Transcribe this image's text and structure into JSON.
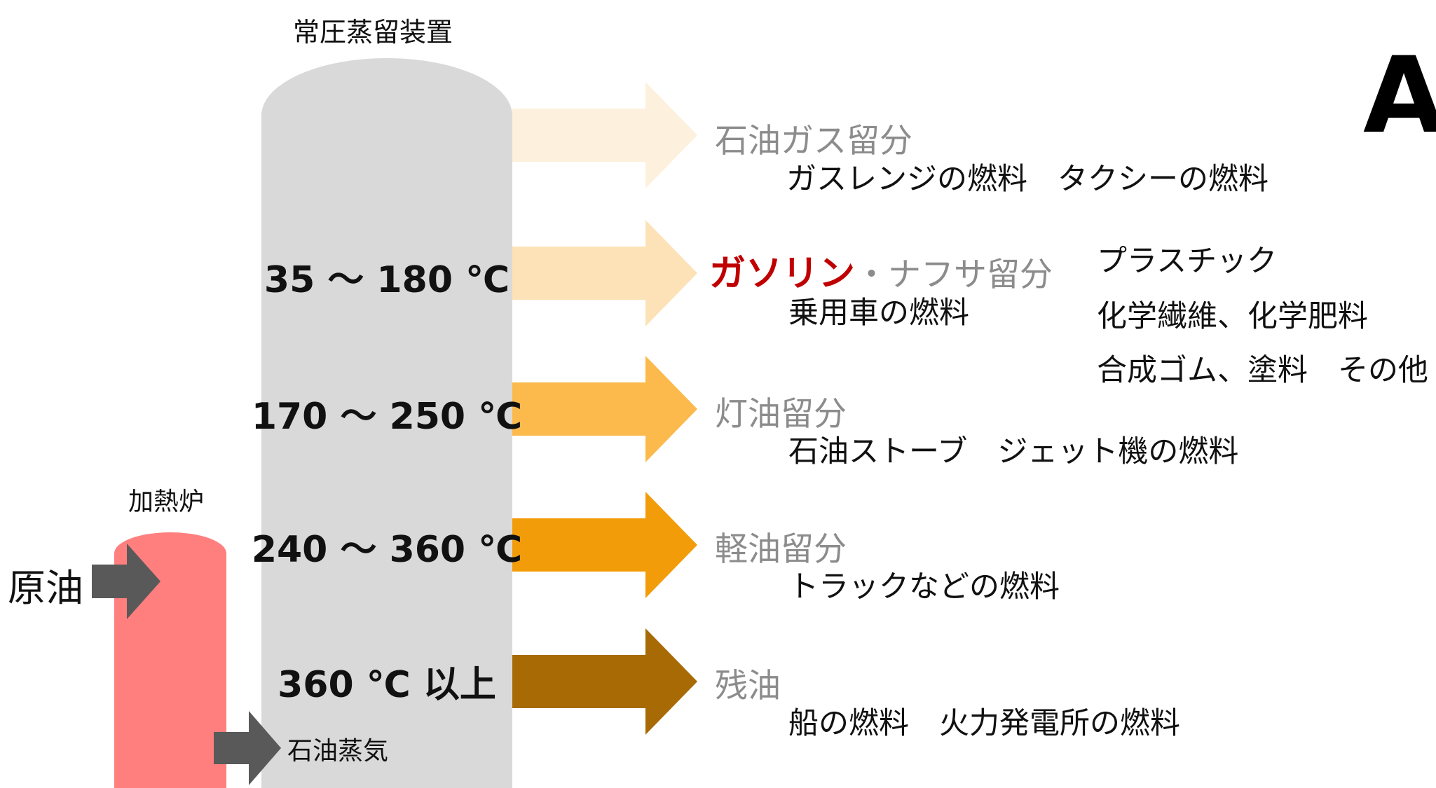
{
  "unit_title": "常圧蒸留装置",
  "furnace_label": "加熱炉",
  "crude_label": "原油",
  "vapor_label": "石油蒸気",
  "corner_letter": "A",
  "temps": {
    "t1": "35 ～ 180 ℃",
    "t2": "170 ～ 250 ℃",
    "t3": "240 ～ 360 ℃",
    "t4": "360 ℃ 以上"
  },
  "fractions": {
    "lpg": {
      "name": "石油ガス留分",
      "uses": "ガスレンジの燃料　タクシーの燃料",
      "color": "#fdf0dc"
    },
    "naphtha": {
      "name_highlight": "ガソリン",
      "name_rest": "・ナフサ留分",
      "uses": "乗用車の燃料",
      "color": "#fde2b8"
    },
    "kerosene": {
      "name": "灯油留分",
      "uses": "石油ストーブ　ジェット機の燃料",
      "color": "#fcb94c"
    },
    "gasoil": {
      "name": "軽油留分",
      "uses": "トラックなどの燃料",
      "color": "#f39c0a"
    },
    "residue": {
      "name": "残油",
      "uses": "船の燃料　火力発電所の燃料",
      "color": "#a86a05"
    }
  },
  "petrochem": {
    "line1": "プラスチック",
    "line2": "化学繊維、化学肥料",
    "line3": "合成ゴム、塗料　その他"
  },
  "colors": {
    "column": "#d9d9d9",
    "furnace": "#ff7f7f",
    "input_arrow": "#595959",
    "gasoline_text": "#c00000",
    "fraction_text": "#8c8c8c"
  }
}
